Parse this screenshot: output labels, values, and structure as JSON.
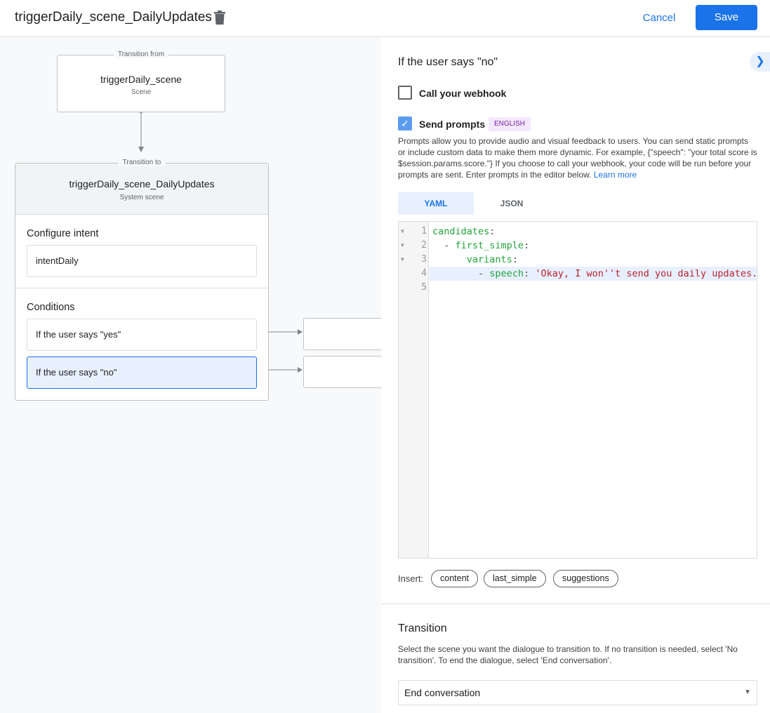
{
  "header": {
    "title": "triggerDaily_scene_DailyUpdates",
    "cancel": "Cancel",
    "save": "Save"
  },
  "canvas": {
    "from": {
      "tag": "Transition from",
      "name": "triggerDaily_scene",
      "sub": "Scene"
    },
    "to": {
      "tag": "Transition to",
      "name": "triggerDaily_scene_DailyUpdates",
      "sub": "System scene"
    },
    "intent_heading": "Configure intent",
    "intent": "intentDaily",
    "conditions_heading": "Conditions",
    "conditions": [
      {
        "label": "If the user says \"yes\""
      },
      {
        "label": "If the user says \"no\""
      }
    ]
  },
  "panel": {
    "heading": "If the user says \"no\"",
    "webhook_label": "Call your webhook",
    "webhook_checked": false,
    "prompts_label": "Send prompts",
    "prompts_checked": true,
    "language_badge": "ENGLISH",
    "description": "Prompts allow you to provide audio and visual feedback to users. You can send static prompts or include custom data to make them more dynamic. For example, {\"speech\": \"your total score is $session.params.score.\"} If you choose to call your webhook, your code will be run before your prompts are sent. Enter prompts in the editor below.",
    "learn_more": "Learn more",
    "tabs": [
      "YAML",
      "JSON"
    ],
    "active_tab": "YAML",
    "code": [
      {
        "n": "1",
        "indent": "",
        "key": "candidates",
        "val": ""
      },
      {
        "n": "2",
        "indent": "  - ",
        "key": "first_simple",
        "val": ""
      },
      {
        "n": "3",
        "indent": "      ",
        "key": "variants",
        "val": ""
      },
      {
        "n": "4",
        "indent": "        - ",
        "key": "speech",
        "val": " 'Okay, I won''t send you daily updates.'"
      },
      {
        "n": "5",
        "indent": "",
        "key": "",
        "val": ""
      }
    ],
    "insert_label": "Insert:",
    "insert_chips": [
      "content",
      "last_simple",
      "suggestions"
    ],
    "transition_heading": "Transition",
    "transition_desc": "Select the scene you want the dialogue to transition to. If no transition is needed, select 'No transition'. To end the dialogue, select 'End conversation'.",
    "transition_value": "End conversation"
  },
  "colors": {
    "accent": "#1a73e8",
    "yaml_key": "#22a33a",
    "yaml_string": "#b5222d",
    "badge_bg": "#f3e8fd",
    "badge_text": "#7b1fa2"
  }
}
